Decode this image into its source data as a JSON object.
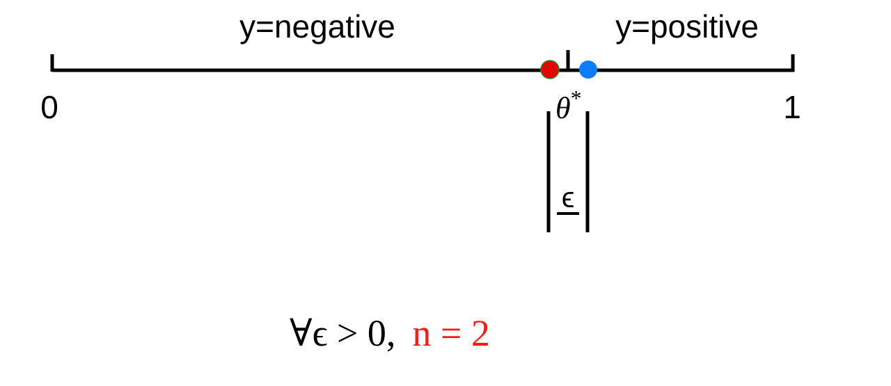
{
  "labels": {
    "region_left": "y=negative",
    "region_right": "y=positive",
    "tick_start": "0",
    "tick_end": "1",
    "threshold": "θ",
    "threshold_superscript": "*",
    "epsilon": "ϵ"
  },
  "formula": {
    "quantifier": "∀ϵ > 0,",
    "condition": "n = 2"
  },
  "colors": {
    "line": "#000000",
    "negative_point": "#e80000",
    "negative_point_edge": "#2a8a2a",
    "positive_point": "#0a7cff",
    "condition_text": "#ff1a1a"
  }
}
